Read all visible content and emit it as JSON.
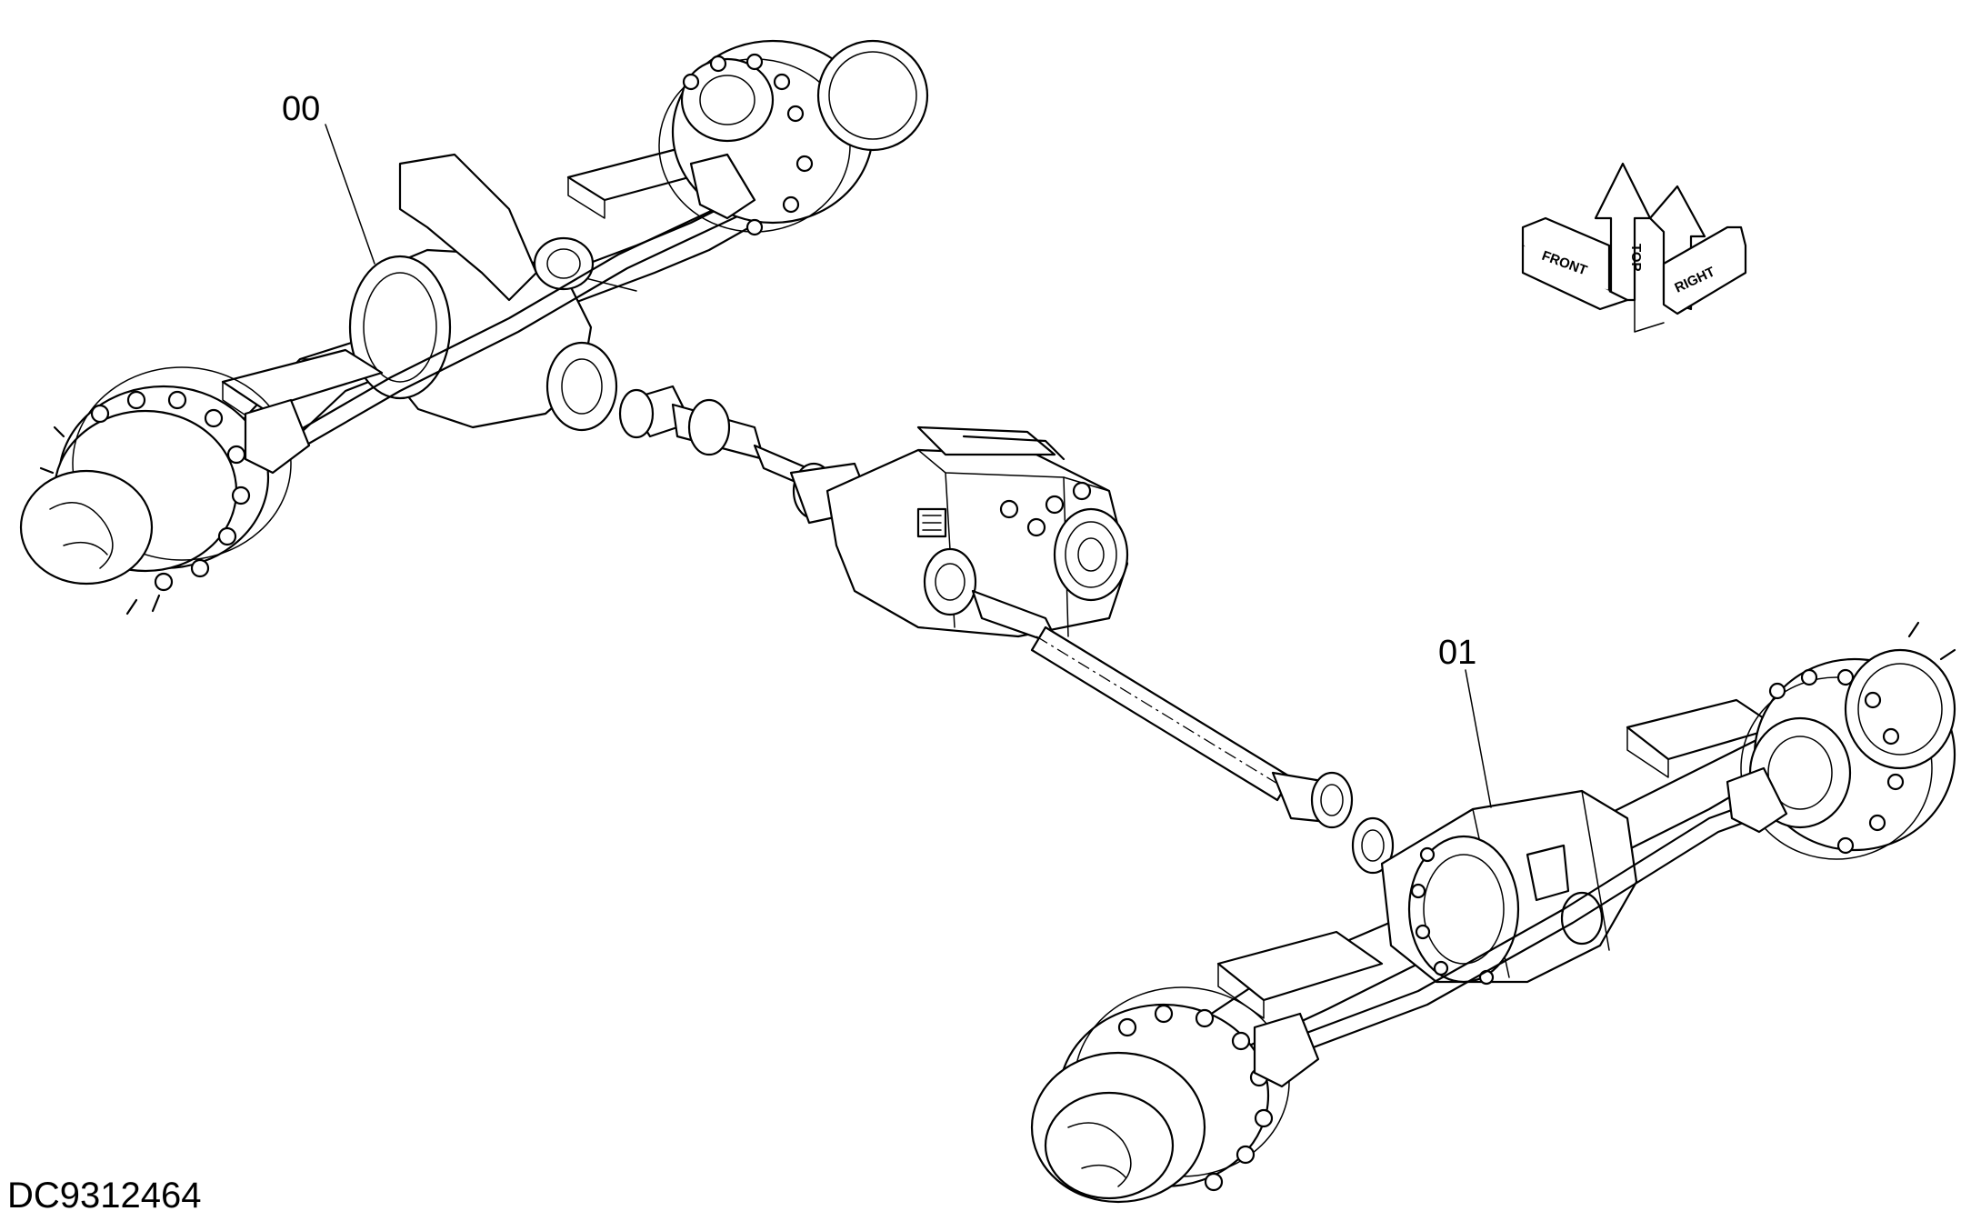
{
  "drawing_number": "DC9312464",
  "callouts": {
    "front_axle": "00",
    "rear_axle": "01"
  },
  "orientation": {
    "top": "TOP",
    "front": "FRONT",
    "right": "RIGHT"
  },
  "colors": {
    "line": "#000000",
    "background": "#ffffff"
  }
}
